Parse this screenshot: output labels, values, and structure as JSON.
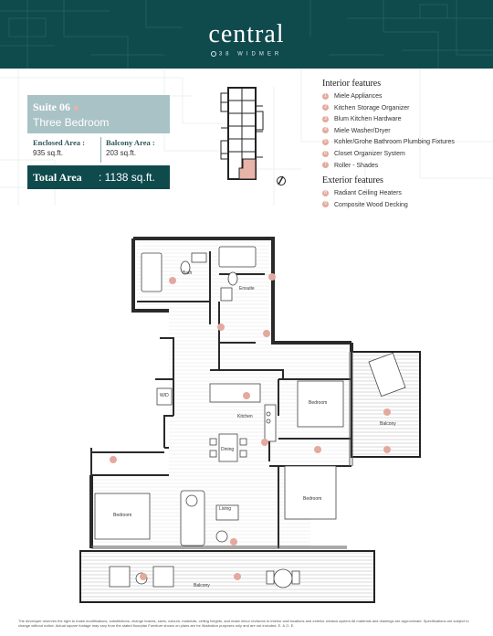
{
  "brand": {
    "name": "central",
    "subtitle": "38 WIDMER"
  },
  "suite": {
    "number": "Suite 06",
    "type": "Three Bedroom",
    "enclosed_label": "Enclosed Area :",
    "enclosed_value": "935 sq.ft.",
    "balcony_label": "Balcony Area :",
    "balcony_value": "203 sq.ft.",
    "total_label": "Total Area",
    "total_value": ":  1138 sq.ft."
  },
  "interior": {
    "title": "Interior features",
    "items": [
      {
        "num": "1",
        "label": "Miele Appliances"
      },
      {
        "num": "2",
        "label": "Kitchen Storage Organizer"
      },
      {
        "num": "3",
        "label": "Blum Kitchen Hardware"
      },
      {
        "num": "4",
        "label": "Miele Washer/Dryer"
      },
      {
        "num": "5",
        "label": "Kohler/Grohe Bathroom Plumbing Fixtures"
      },
      {
        "num": "6",
        "label": "Closet Organizer System"
      },
      {
        "num": "7",
        "label": "Roller - Shades"
      }
    ]
  },
  "exterior": {
    "title": "Exterior features",
    "items": [
      {
        "num": "8",
        "label": "Radiant Ceiling Heaters"
      },
      {
        "num": "9",
        "label": "Composite Wood Decking"
      }
    ]
  },
  "rooms": {
    "bath": "Bath",
    "ensuite": "Ensuite",
    "wd": "W/D",
    "kitchen": "Kitchen",
    "dining": "Dining",
    "living": "Living",
    "bedroom_top": "Bedroom",
    "bedroom_mid": "Bedroom",
    "bedroom_left": "Bedroom",
    "balcony_right": "Balcony",
    "balcony_bottom": "Balcony"
  },
  "disclaimer": "The developer reserves the right to make modifications, substitutions, change brands, sizes, colours, materials, ceiling heights, and make minor revisions to interior wall locations and exterior window system All materials and drawings are approximate. Specifications are subject to change without notice. Actual square footage may vary from the stated floorplan Furniture shown on plans are for illustration purposes only and are not included. E. & O. E.",
  "colors": {
    "header": "#0f4a4d",
    "suite_box": "#a9c2c6",
    "accent": "#e4a99e"
  }
}
